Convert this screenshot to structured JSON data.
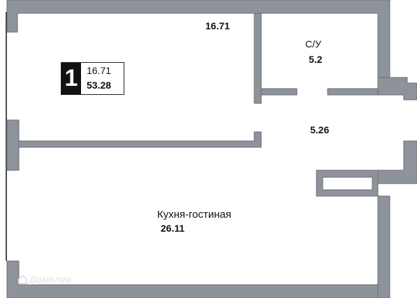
{
  "badge": {
    "rooms": "1",
    "living_area": "16.71",
    "total_area": "53.28"
  },
  "rooms": {
    "room1": {
      "area": "16.71"
    },
    "bathroom": {
      "name": "С/У",
      "area": "5.2"
    },
    "hall": {
      "area": "5.26"
    },
    "kitchen_living": {
      "name": "Кухня-гостиная",
      "area": "26.11"
    }
  },
  "watermark": {
    "text": "Домклик"
  },
  "colors": {
    "wall_fill": "#8e939b",
    "wall_stroke": "#6a6e75",
    "background": "#ffffff",
    "badge_number_bg": "#111111"
  }
}
